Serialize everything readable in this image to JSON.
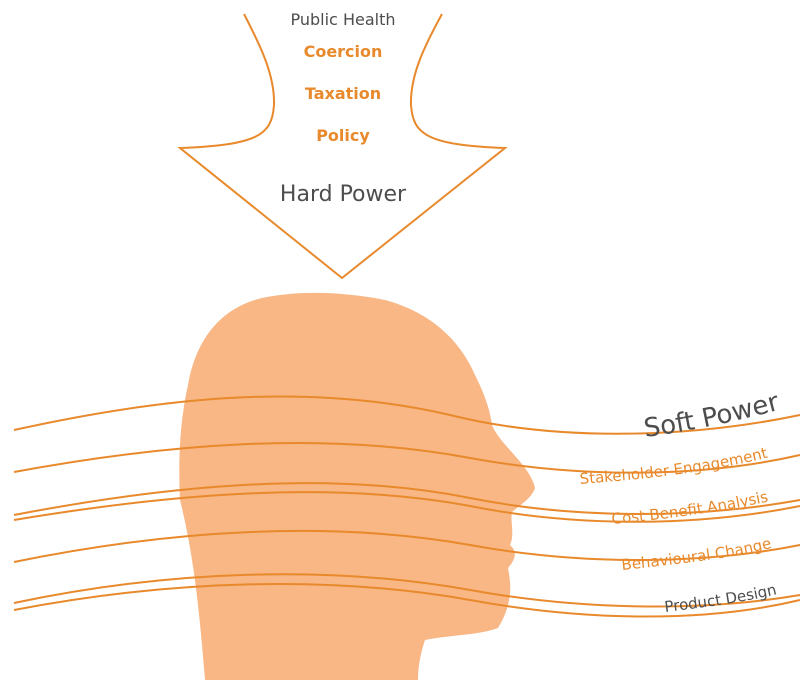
{
  "colors": {
    "accent": "#e8892c",
    "head_fill": "#f8b785",
    "text_dark": "#4d4d4d"
  },
  "hard_power": {
    "heading": "Public Health",
    "items": [
      "Coercion",
      "Taxation",
      "Policy"
    ],
    "label": "Hard Power"
  },
  "soft_power": {
    "label": "Soft Power",
    "items": [
      "Stakeholder Engagement",
      "Cost Benefit Analysis",
      "Behavioural Change",
      "Product Design"
    ]
  }
}
